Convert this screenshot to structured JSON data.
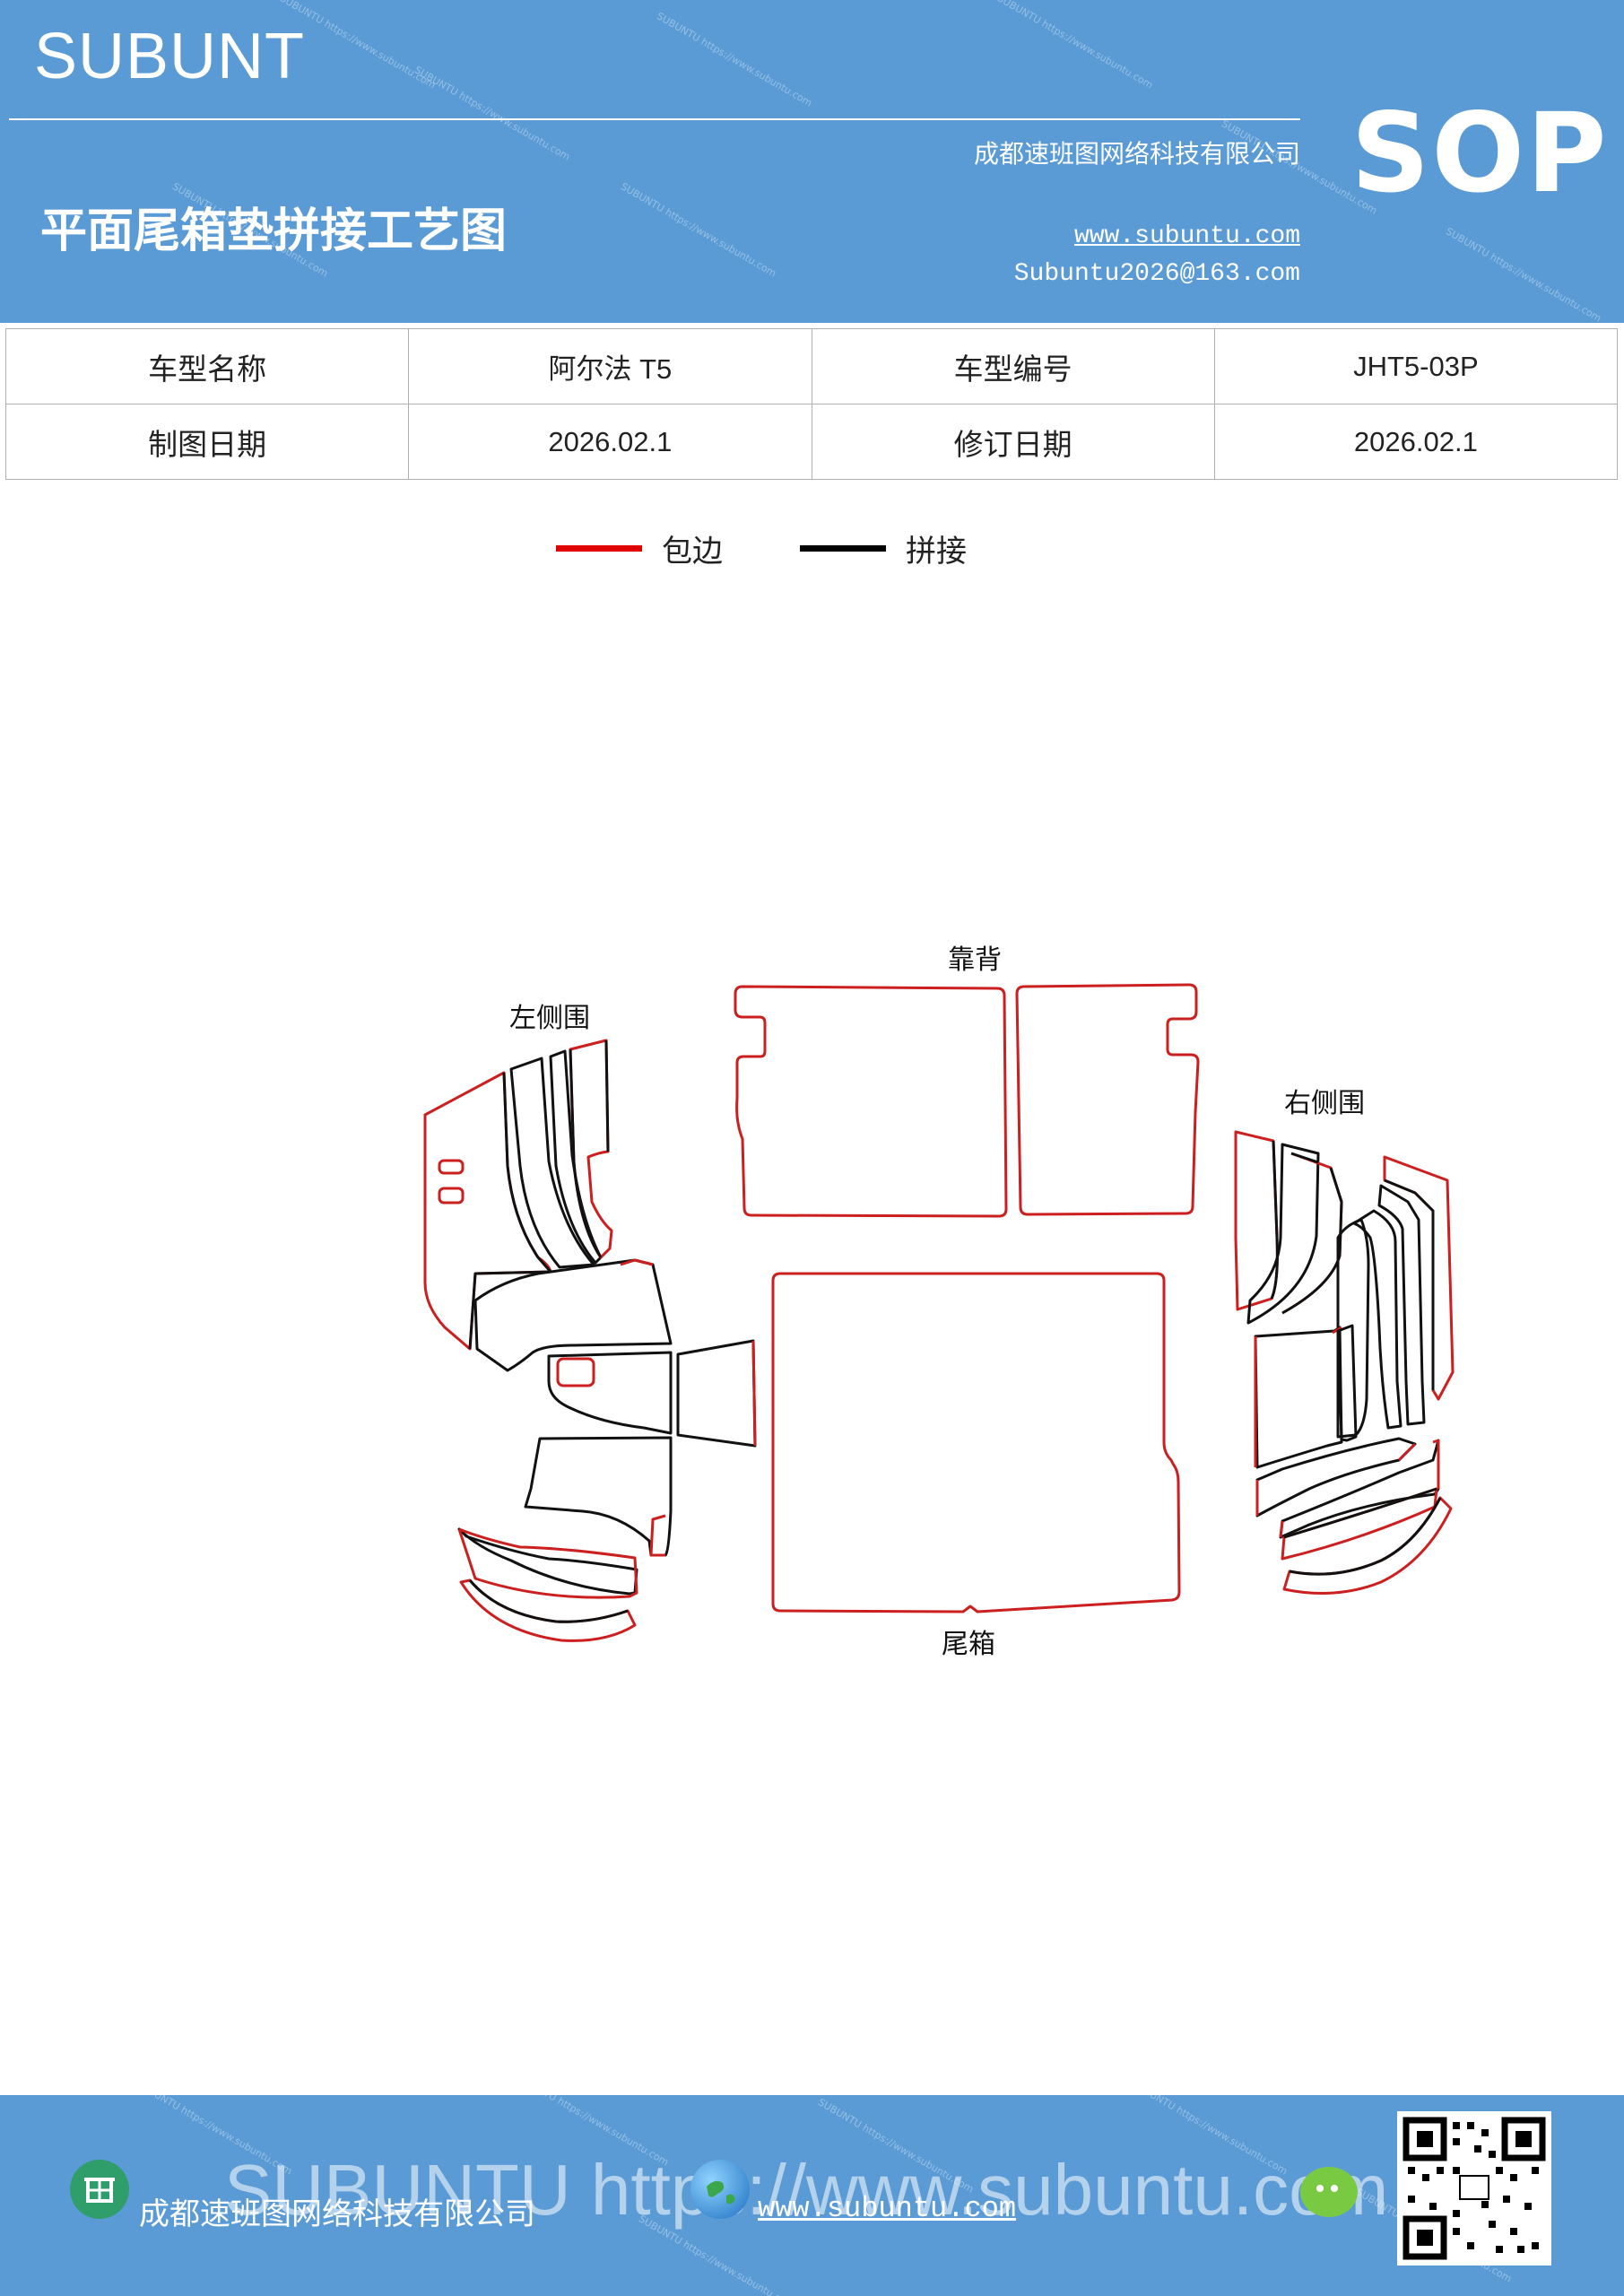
{
  "header": {
    "brand": "SUBUNT",
    "company": "成都速班图网络科技有限公司",
    "title": "平面尾箱垫拼接工艺图",
    "website": "www.subuntu.com",
    "email": "Subuntu2026@163.com",
    "badge": "SOP"
  },
  "info_table": {
    "rows": [
      {
        "label1": "车型名称",
        "value1": "阿尔法 T5",
        "label2": "车型编号",
        "value2": "JHT5-03P"
      },
      {
        "label1": "制图日期",
        "value1": "2026.02.1",
        "label2": "修订日期",
        "value2": "2026.02.1"
      }
    ]
  },
  "legend": {
    "items": [
      {
        "label": "包边",
        "color": "#e00000"
      },
      {
        "label": "拼接",
        "color": "#000000"
      }
    ]
  },
  "diagram": {
    "labels": {
      "left_side": "左侧围",
      "backrest": "靠背",
      "right_side": "右侧围",
      "trunk": "尾箱"
    },
    "edge_color": "#cc1f1f",
    "seam_color": "#111111"
  },
  "footer": {
    "company": "成都速班图网络科技有限公司",
    "website": "www.subuntu.com",
    "watermark": "SUBUNTU https://www.subuntu.com",
    "icons": [
      "building-icon",
      "globe-icon",
      "wechat-icon"
    ]
  }
}
